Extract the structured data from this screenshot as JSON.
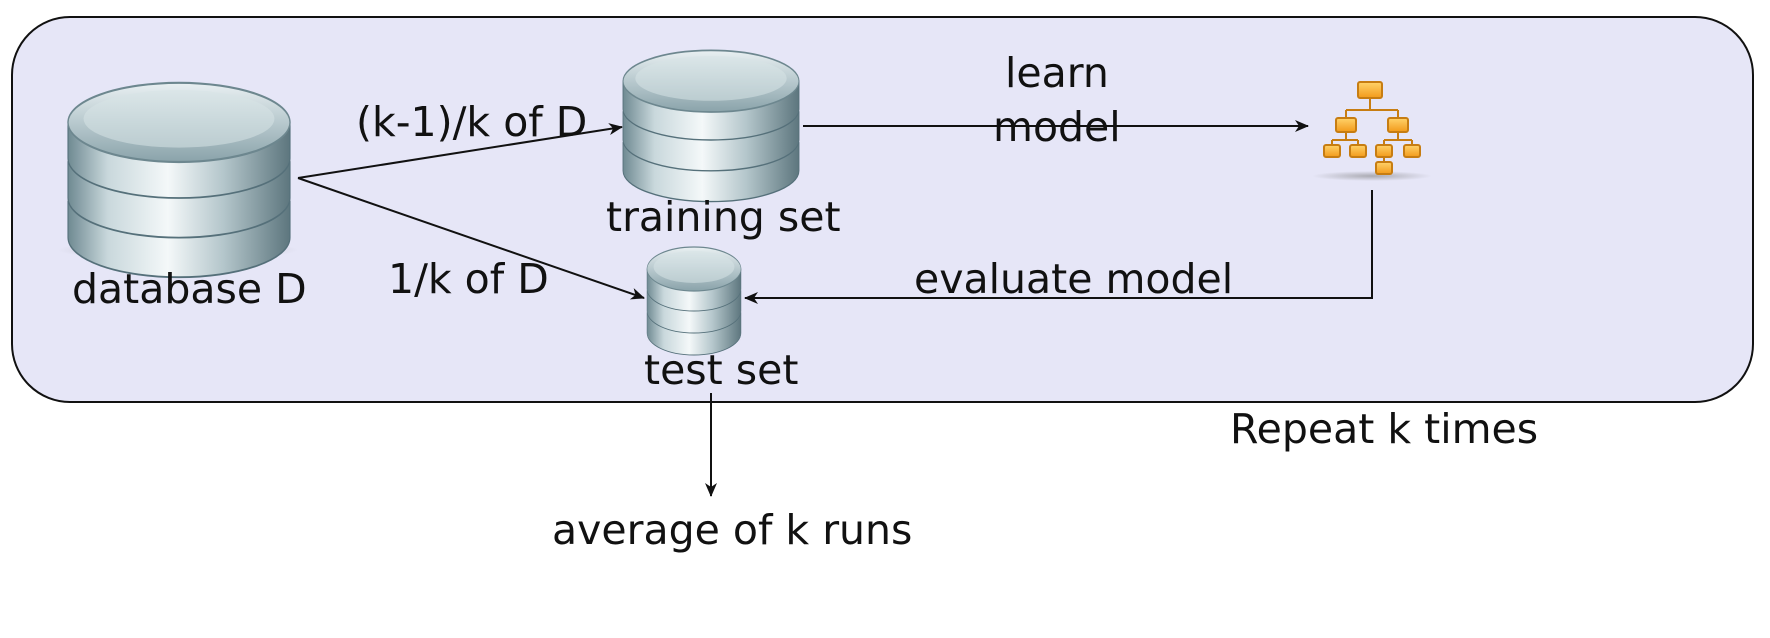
{
  "labels": {
    "database": "database D",
    "train_fraction": "(k-1)/k of D",
    "test_fraction": "1/k of D",
    "training_set": "training set",
    "test_set": "test set",
    "learn_line1": "learn",
    "learn_line2": "model",
    "evaluate": "evaluate model",
    "repeat": "Repeat k times",
    "average": "average of k runs"
  },
  "colors": {
    "panel_fill": "#e6e6f7",
    "panel_border": "#111111",
    "arrow": "#111111",
    "db_metal": "#9fb6bd",
    "model_icon": "#f5a623"
  },
  "icons": {
    "database": "database-icon",
    "training_set": "database-icon",
    "test_set": "database-icon",
    "model": "hierarchy-tree-icon"
  }
}
